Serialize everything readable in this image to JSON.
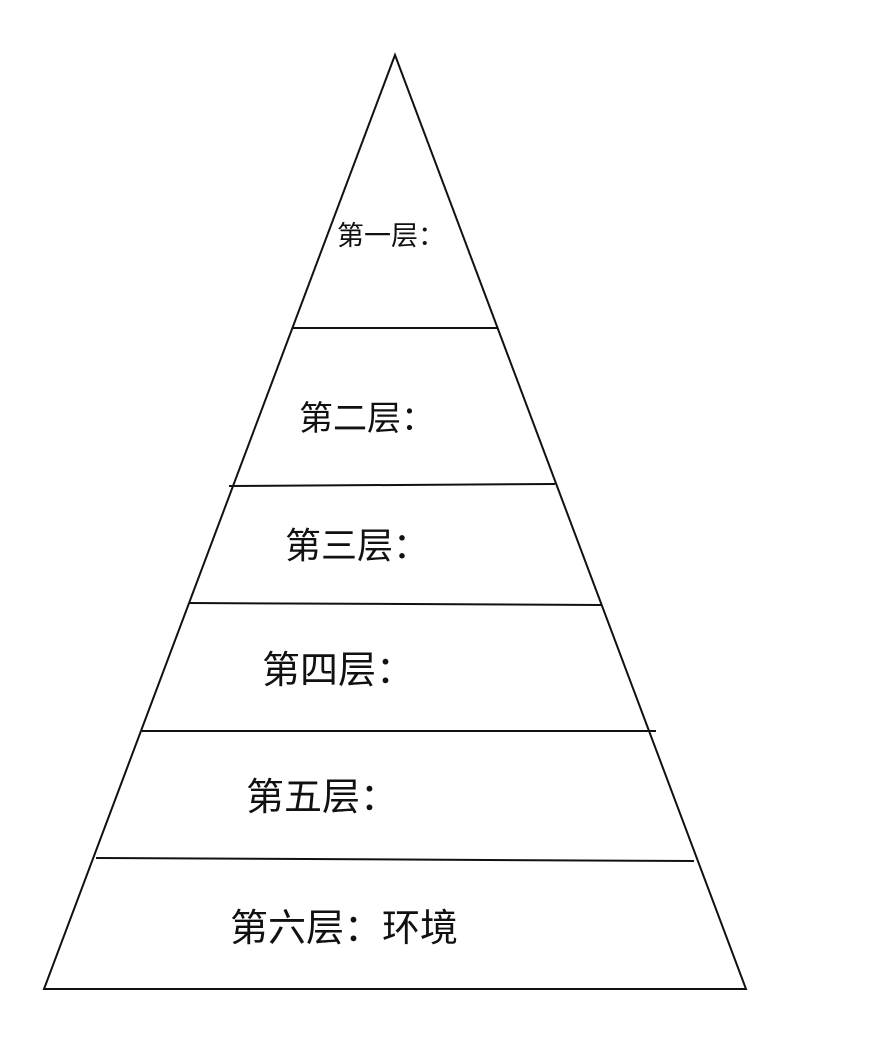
{
  "pyramid": {
    "layers": [
      {
        "label": "第一层："
      },
      {
        "label": "第二层："
      },
      {
        "label": "第三层："
      },
      {
        "label": "第四层："
      },
      {
        "label": "第五层："
      },
      {
        "label": "第六层：环境"
      }
    ]
  },
  "colors": {
    "line": "#111111",
    "background": "#ffffff"
  }
}
